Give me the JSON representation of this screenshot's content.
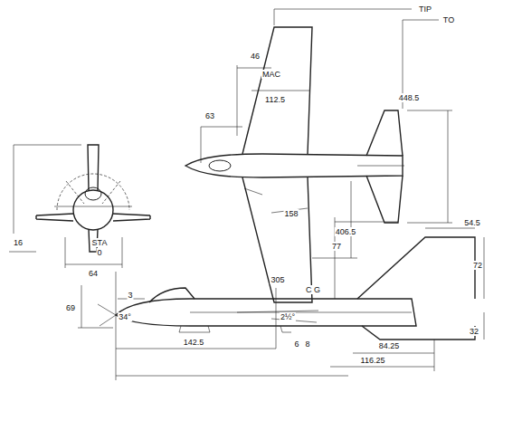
{
  "diagram": {
    "labels": [
      "TIP",
      "46",
      "MAC",
      "112.5",
      "TO",
      "63",
      "448.5",
      "158",
      "77",
      "16",
      "64",
      "STA",
      "0",
      "3",
      "69",
      "34°",
      "305",
      "C G",
      "406.5",
      "54.5",
      "72",
      "2½°",
      "142.5",
      "6",
      "8",
      "84.25",
      "116.25",
      "32"
    ]
  }
}
